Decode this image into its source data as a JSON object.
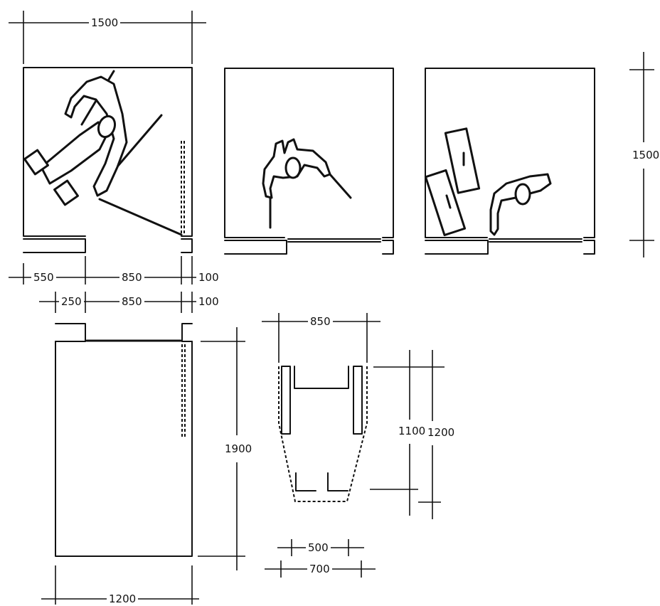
{
  "dimensions": {
    "top_width": "1500",
    "right_height": "1500",
    "row_a_left": "550",
    "row_a_mid": "850",
    "row_a_right": "100",
    "row_b_left": "250",
    "row_b_mid": "850",
    "row_b_right": "100",
    "room_height": "1900",
    "room_width": "1200",
    "chair_width": "850",
    "chair_inner_len": "1100",
    "chair_total_len": "1200",
    "chair_foot_inner": "500",
    "chair_foot_outer": "700"
  }
}
